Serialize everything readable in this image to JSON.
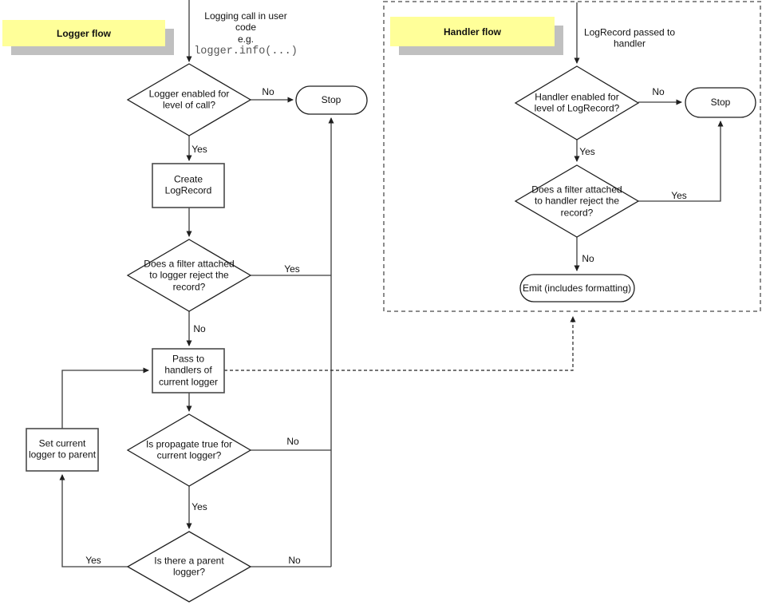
{
  "diagram": {
    "logger": {
      "label": "Logger flow",
      "note_text": "Logging call in user code",
      "note_eg": "e.g.",
      "note_code": "logger.info(...)",
      "level_check": "Logger enabled for level of call?",
      "stop": "Stop",
      "create": "Create LogRecord",
      "filter_check": "Does a filter attached to logger reject the record?",
      "pass": "Pass to handlers of current logger",
      "propagate_check": "Is propagate true for current logger?",
      "parent_check": "Is there a parent logger?",
      "set_parent": "Set current logger to parent",
      "lbl_level_no": "No",
      "lbl_level_yes": "Yes",
      "lbl_filter_yes": "Yes",
      "lbl_filter_no": "No",
      "lbl_prop_no": "No",
      "lbl_prop_yes": "Yes",
      "lbl_parent_yes": "Yes",
      "lbl_parent_no": "No"
    },
    "handler": {
      "label": "Handler flow",
      "note_text": "LogRecord passed to handler",
      "level_check": "Handler enabled for level of LogRecord?",
      "stop": "Stop",
      "filter_check": "Does a filter attached to handler reject the record?",
      "emit": "Emit (includes formatting)",
      "lbl_level_no": "No",
      "lbl_level_yes": "Yes",
      "lbl_filter_yes": "Yes",
      "lbl_filter_no": "No"
    },
    "colors": {
      "label_bg": "#ffff99",
      "label_shadow": "#c0c0c0",
      "line": "#3c3c3c",
      "dashed_box": "#8c8c8c",
      "shape_fill": "#ffffff",
      "code_text": "#555555"
    }
  }
}
